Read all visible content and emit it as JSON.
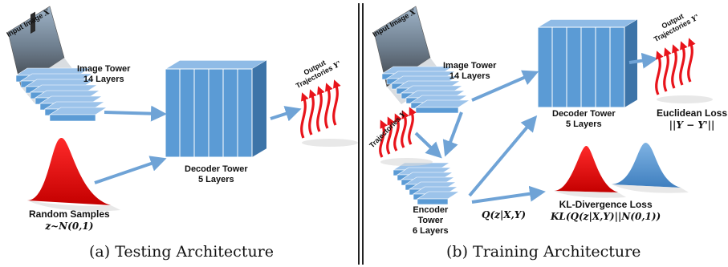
{
  "panel_a": {
    "input_label": "Input Image",
    "input_var": "X",
    "image_tower": {
      "title": "Image Tower",
      "layers": "14 Layers"
    },
    "decoder_tower": {
      "title": "Decoder Tower",
      "layers": "5 Layers"
    },
    "output_label_line1": "Output",
    "output_label_line2": "Trajectories",
    "output_var": "Y'",
    "random_samples": "Random Samples",
    "z_dist": "z~N(0,1)",
    "caption": "(a) Testing Architecture"
  },
  "panel_b": {
    "input_label": "Input Image",
    "input_var": "X",
    "image_tower": {
      "title": "Image Tower",
      "layers": "14 Layers"
    },
    "trajectories_label": "Trajectories",
    "trajectories_var": "Y",
    "decoder_tower": {
      "title": "Decoder Tower",
      "layers": "5 Layers"
    },
    "output_label_line1": "Output",
    "output_label_line2": "Trajectories",
    "output_var": "Y'",
    "euclidean_loss": {
      "title": "Euclidean Loss",
      "formula": "||Y − Y'||"
    },
    "encoder_tower": {
      "line1": "Encoder",
      "line2": "Tower",
      "line3": "6 Layers"
    },
    "q_label": "Q(z|X,Y)",
    "kl_loss": {
      "title": "KL-Divergence Loss",
      "formula": "KL(Q(z|X,Y)||N(0,1))"
    },
    "caption": "(b) Training Architecture"
  },
  "colors": {
    "tower_blue": "#5b9bd5",
    "tower_dark": "#3d74a8",
    "arrow_blue": "#6fa3d6",
    "trajectory_red": "#e8141b",
    "gaussian_red": "#ee1111",
    "gaussian_blue": "#5b9bd5"
  }
}
